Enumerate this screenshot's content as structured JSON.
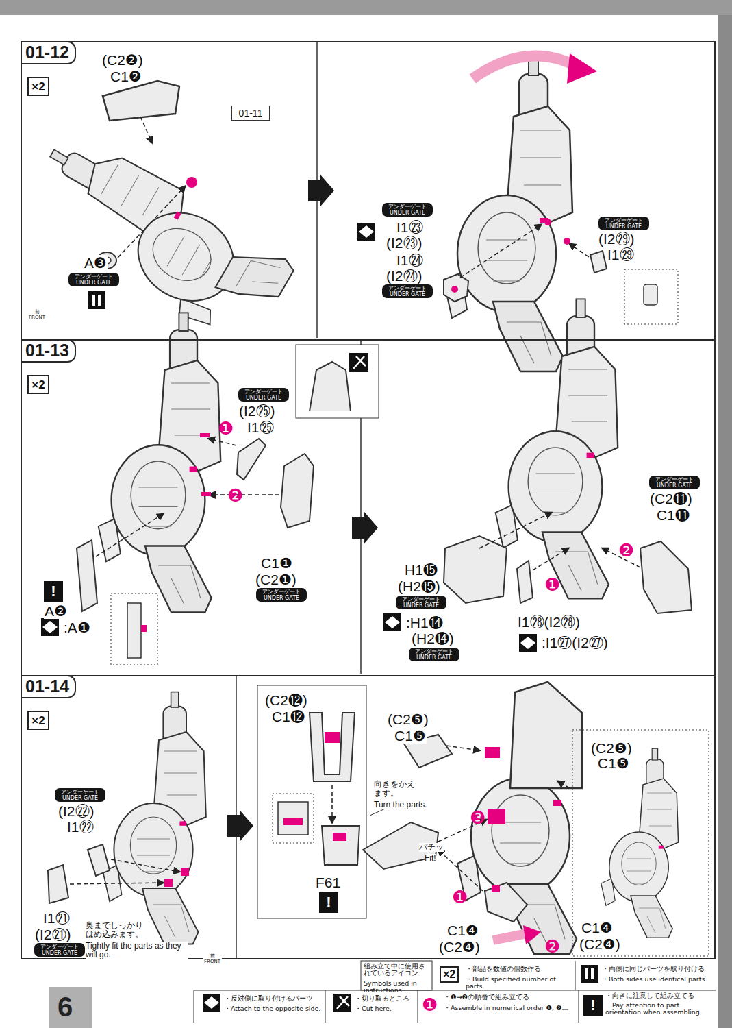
{
  "diagram": {
    "nodes": [
      {
        "text": [
          "01-12"
        ]
      },
      {
        "text": [
          "×2"
        ],
        "in": 0
      },
      {
        "text": [
          "01-11"
        ],
        "in": 0
      },
      {
        "text": [
          "01-13"
        ]
      },
      {
        "text": [
          "×2"
        ],
        "in": 3
      },
      {
        "text": [
          "01-14"
        ]
      },
      {
        "text": [
          "×2"
        ],
        "in": 5
      }
    ],
    "labels": [
      "(C2❷)",
      "C1❷",
      "A❸",
      "アンダーゲート UNDER GATE",
      "前 FRONT",
      "アンダーゲート UNDER GATE",
      "I1㉓",
      "(I2㉓)",
      "I1㉔",
      "(I2㉔)",
      "アンダーゲート UNDER GATE",
      "アンダーゲート UNDER GATE",
      "(I2㉙)",
      "I1㉙",
      "アンダーゲート UNDER GATE",
      "(I2㉕)",
      "I1㉕",
      "❶",
      "❷",
      "C1❶",
      "(C2❶)",
      "アンダーゲート UNDER GATE",
      "!",
      "A❷",
      ":A❶",
      "アンダーゲート UNDER GATE",
      "(C2⓫)",
      "C1⓫",
      "❷",
      "H1⓯",
      "(H2⓯)",
      "アンダーゲート UNDER GATE",
      ":H1⓮",
      "(H2⓮)",
      "アンダーゲート UNDER GATE",
      "❶",
      "I1㉘(I2㉘)",
      ":I1㉗(I2㉗)",
      "アンダーゲート UNDER GATE",
      "(I2㉒)",
      "I1㉒",
      "I1㉑",
      "(I2㉑)",
      "アンダーゲート UNDER GATE",
      "奥までしっかりはめ込みます。",
      "Tightly fit the parts as they will go.",
      "前 FRONT",
      "(C2⓬)",
      "C1⓬",
      "F61",
      "!",
      "向きをかえます。",
      "Turn the parts.",
      "(C2❺)",
      "C1❺",
      "パチッ",
      "Fit!",
      "❸",
      "❶",
      "C1❹",
      "(C2❹)",
      "❷",
      "(C2❺)",
      "C1❺",
      "C1❹",
      "(C2❹)",
      "組み立て中に使用されているアイコン",
      "Symbols used in instructions",
      "×2",
      "・部品を数値の個数作る",
      "・Build specified number of parts.",
      "・両側に同じパーツを取り付ける",
      "・Both sides use identical parts.",
      "・反対側に取り付けるパーツ",
      "・Attach to the opposite side.",
      "・切り取るところ",
      "・Cut here.",
      "❶",
      "・❶→❷の順番で組み立てる",
      "・Assemble in numerical order ❶, ❷...",
      "!",
      "・向きに注意して組み立てる",
      "・Pay attention to part orientation when assembling.",
      "6"
    ]
  }
}
